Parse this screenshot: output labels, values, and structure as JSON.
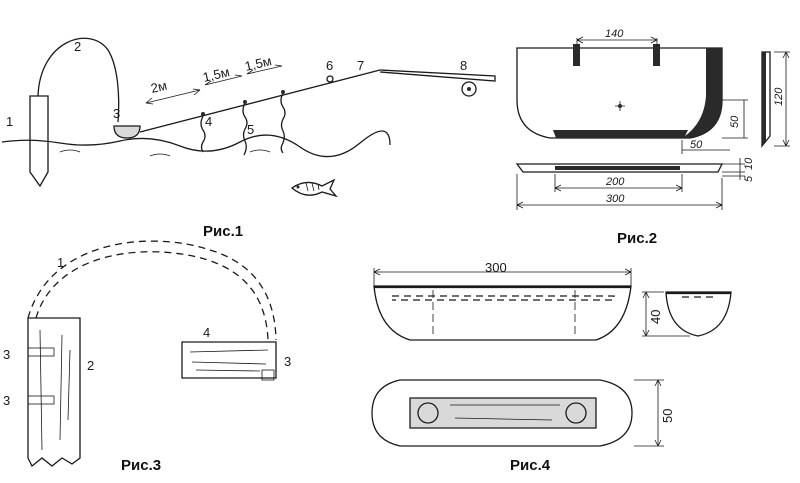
{
  "fig1": {
    "caption": "Рис.1",
    "labels": [
      "1",
      "2",
      "3",
      "4",
      "5",
      "6",
      "7",
      "8"
    ],
    "dims": [
      "2м",
      "1,5м",
      "1,5м"
    ]
  },
  "fig2": {
    "caption": "Рис.2",
    "dims": [
      "140",
      "50",
      "50",
      "120",
      "10",
      "5",
      "200",
      "300"
    ]
  },
  "fig3": {
    "caption": "Рис.3",
    "labels": [
      "1",
      "2",
      "3",
      "3",
      "4",
      "3"
    ]
  },
  "fig4": {
    "caption": "Рис.4",
    "dims": [
      "300",
      "40",
      "50"
    ]
  }
}
